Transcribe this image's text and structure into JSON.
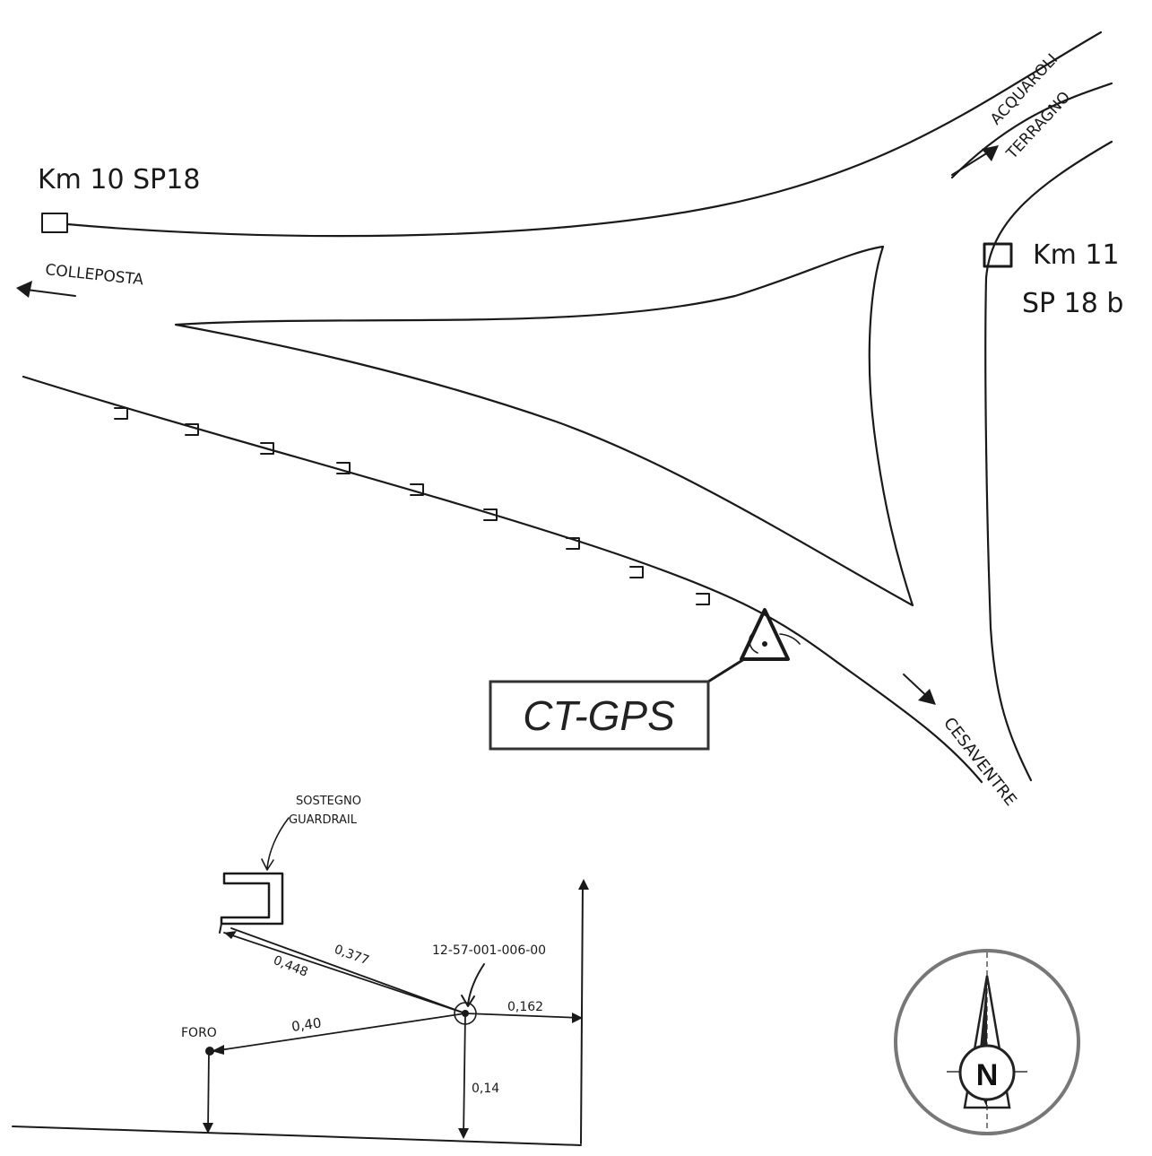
{
  "road_sketch": {
    "marker_left": {
      "label": "Km 10  SP18"
    },
    "marker_right": {
      "label_line1": "Km 11",
      "label_line2": "SP 18 b"
    },
    "direction_left": {
      "label": "COLLEPOSTA"
    },
    "direction_top_right": {
      "label_line1": "ACQUAROLI",
      "label_line2": "TERRAGNO"
    },
    "direction_bottom_right": {
      "label": "CESAVENTRE"
    },
    "gps_point": {
      "label": "CT-GPS"
    }
  },
  "detail": {
    "guardrail_label_line1": "SOSTEGNO",
    "guardrail_label_line2": "GUARDRAIL",
    "point_id": "12-57-001-006-00",
    "hole_label": "FORO",
    "dist_to_guardrail_a": "0,377",
    "dist_to_guardrail_b": "0,448",
    "dist_to_hole": "0,40",
    "dist_to_right": "0,162",
    "dist_to_bottom": "0,14"
  },
  "compass": {
    "north_label": "N"
  },
  "colors": {
    "ink": "#1a1a1a",
    "compass_ring": "#777777",
    "background": "#ffffff"
  }
}
